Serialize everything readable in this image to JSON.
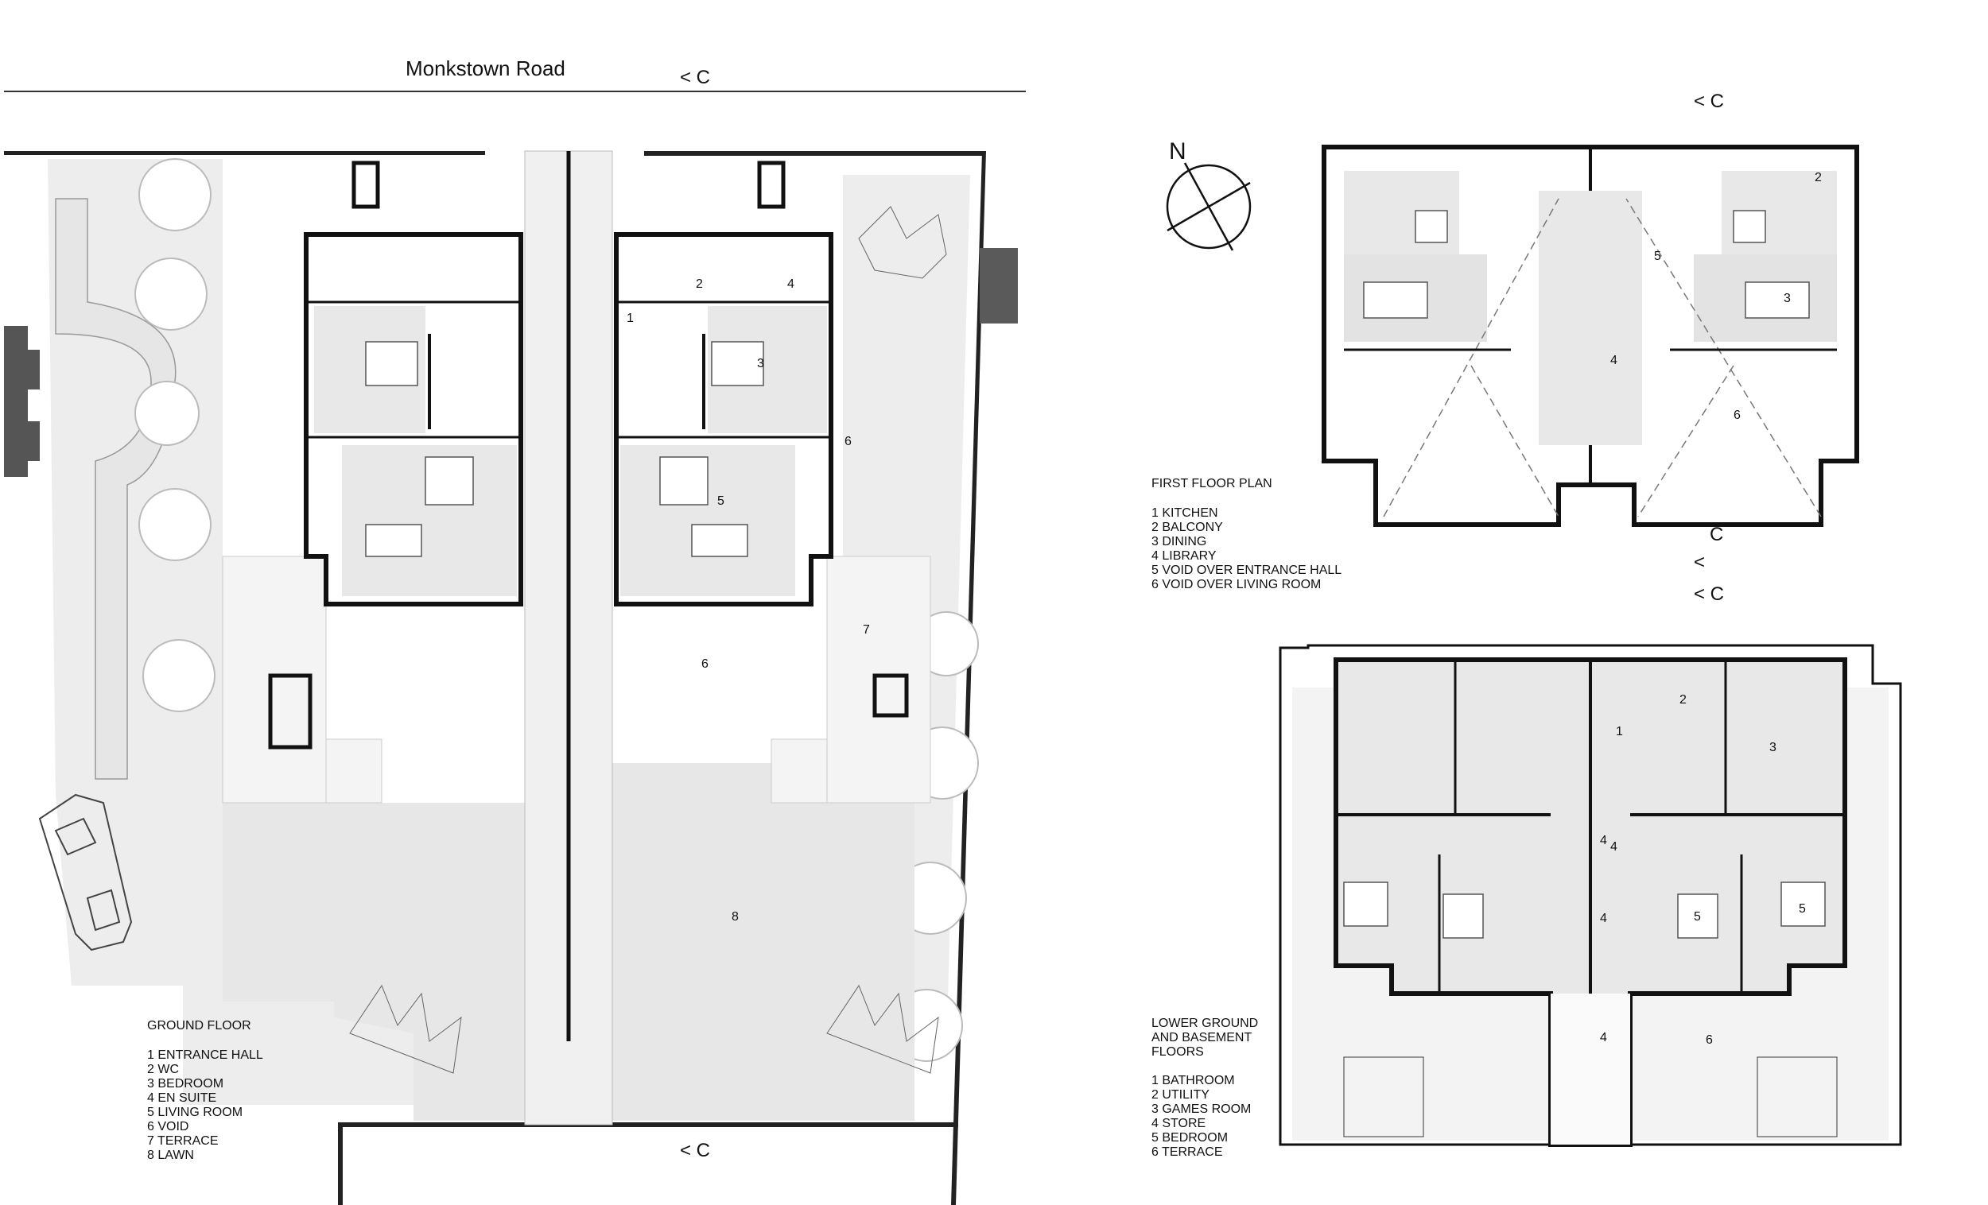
{
  "road_name": "Monkstown Road",
  "north_label": "N",
  "section_markers": [
    "< C",
    "< C",
    "C",
    "<",
    "< C",
    "< C"
  ],
  "ground_floor": {
    "title": "GROUND FLOOR",
    "legend": [
      "1  ENTRANCE HALL",
      "2  WC",
      "3  BEDROOM",
      "4  EN SUITE",
      "5  LIVING ROOM",
      "6  VOID",
      "7  TERRACE",
      "8   LAWN"
    ],
    "room_numbers": [
      "1",
      "2",
      "3",
      "4",
      "5",
      "6",
      "6",
      "7",
      "8"
    ]
  },
  "first_floor": {
    "title": "FIRST FLOOR PLAN",
    "legend": [
      "1  KITCHEN",
      "2  BALCONY",
      "3  DINING",
      "4  LIBRARY",
      "5  VOID OVER ENTRANCE HALL",
      "6  VOID OVER LIVING ROOM"
    ],
    "room_numbers": [
      "2",
      "5",
      "3",
      "4",
      "6"
    ]
  },
  "lower_floors": {
    "title_lines": [
      "LOWER GROUND",
      "AND BASEMENT",
      "FLOORS"
    ],
    "legend": [
      "1  BATHROOM",
      "2  UTILITY",
      "3  GAMES ROOM",
      "4  STORE",
      "5  BEDROOM",
      "6  TERRACE"
    ],
    "room_numbers": [
      "1",
      "2",
      "3",
      "4",
      "4",
      "4",
      "4",
      "5",
      "5",
      "6"
    ]
  }
}
